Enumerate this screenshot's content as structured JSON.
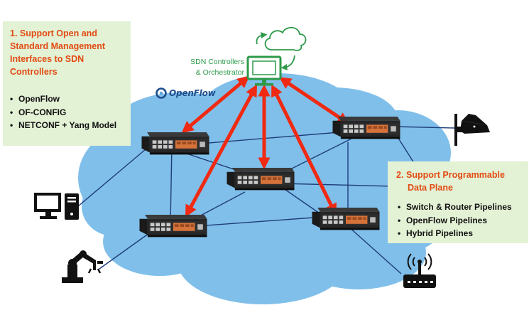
{
  "controller": {
    "label_line1": "SDN Controllers",
    "label_line2": "& Orchestrator"
  },
  "openflow_logo": {
    "text": "OpenFlow"
  },
  "callout_management": {
    "heading_line1": "1. Support Open and",
    "heading_line2": "Standard Management",
    "heading_line3": "Interfaces to SDN",
    "heading_line4": "Controllers",
    "items": [
      "OpenFlow",
      "OF-CONFIG",
      "NETCONF + Yang Model"
    ]
  },
  "callout_dataplane": {
    "heading_number": "2.",
    "heading_line1": "Support Programmable",
    "heading_line2": "Data Plane",
    "items": [
      "Switch & Router Pipelines",
      "OpenFlow Pipelines",
      "Hybrid Pipelines"
    ]
  },
  "colors": {
    "cloud": "#80bfea",
    "arrow": "#f02a12",
    "link": "#1f3d7a",
    "callout_bg": "#e3f1d5",
    "heading": "#e24b12",
    "controller": "#2e9a4a"
  },
  "icons": [
    "pc-tower-icon",
    "robot-arm-icon",
    "surveillance-camera-icon",
    "wifi-router-icon",
    "cloud-icon",
    "monitor-icon",
    "network-switch-icon"
  ]
}
